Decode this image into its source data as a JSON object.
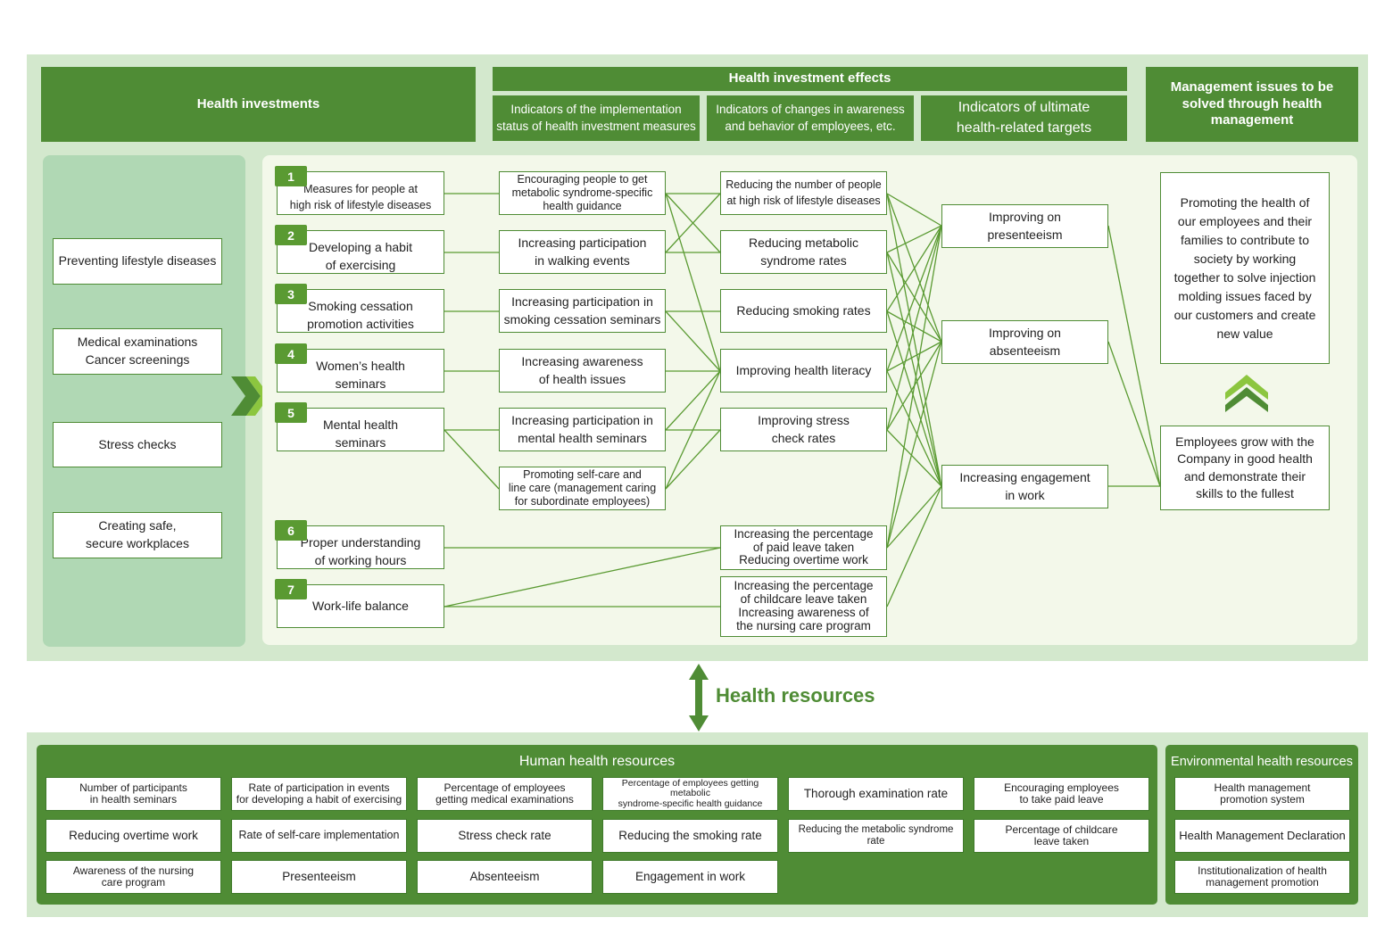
{
  "header": {
    "health_investments": "Health investments",
    "effects": "Health investment effects",
    "impl_indicators": "Indicators of the implementation status of health investment measures",
    "aware_indicators": "Indicators of changes in awareness and behavior of employees, etc.",
    "ultimate_indicators": "Indicators of ultimate health-related targets",
    "management_issues": "Management issues to be solved through health management"
  },
  "investments": [
    "Preventing lifestyle diseases",
    "Medical examinations\nCancer screenings",
    "Stress checks",
    "Creating safe,\nsecure workplaces"
  ],
  "measures": [
    {
      "num": "1",
      "label": "Measures for people at\nhigh risk of lifestyle diseases"
    },
    {
      "num": "2",
      "label": "Developing a habit\nof exercising"
    },
    {
      "num": "3",
      "label": "Smoking cessation\npromotion activities"
    },
    {
      "num": "4",
      "label": "Women’s health\nseminars"
    },
    {
      "num": "5",
      "label": "Mental health\nseminars"
    },
    {
      "num": "6",
      "label": "Proper understanding\nof working hours"
    },
    {
      "num": "7",
      "label": "Work-life balance"
    }
  ],
  "implementation": [
    "Encouraging people to get\nmetabolic syndrome-specific\nhealth guidance",
    "Increasing participation\nin walking events",
    "Increasing participation in\nsmoking cessation seminars",
    "Increasing awareness\nof health issues",
    "Increasing participation in\nmental health seminars",
    "Promoting self-care and\nline care (management caring\nfor subordinate employees)"
  ],
  "awareness": [
    "Reducing the number of people\nat high risk of lifestyle diseases",
    "Reducing metabolic\nsyndrome rates",
    "Reducing smoking rates",
    "Improving health literacy",
    "Improving stress\ncheck rates",
    "Increasing the percentage\nof paid leave taken\nReducing overtime work",
    "Increasing the percentage\nof childcare leave taken\nIncreasing awareness of\nthe nursing care program"
  ],
  "ultimate": [
    "Improving on\npresenteeism",
    "Improving on\nabsenteeism",
    "Increasing engagement\nin work"
  ],
  "management": [
    "Promoting the health of our employees and their families to contribute to society by working together to solve injection molding issues faced by our customers and create new value",
    "Employees grow with the Company in good health and demonstrate their skills to the fullest"
  ],
  "resources": {
    "title": "Health resources",
    "human_title": "Human health resources",
    "human": [
      "Number of participants\nin health seminars",
      "Rate of participation in events\nfor developing a habit of exercising",
      "Percentage of employees\ngetting medical examinations",
      "Percentage of employees getting metabolic\nsyndrome-specific health guidance",
      "Thorough examination rate",
      "Encouraging employees\nto take paid leave",
      "Reducing overtime work",
      "Rate of self-care implementation",
      "Stress check rate",
      "Reducing the smoking rate",
      "Reducing the metabolic syndrome rate",
      "Percentage of childcare\nleave taken",
      "Awareness of the nursing\ncare program",
      "Presenteeism",
      "Absenteeism",
      "Engagement in work"
    ],
    "env_title": "Environmental health resources",
    "environmental": [
      "Health management\npromotion system",
      "Health Management Declaration",
      "Institutionalization of health\nmanagement promotion"
    ]
  },
  "colors": {
    "dark_green": "#4f8c35",
    "light_green": "#d3e8cd",
    "pale": "#f3f8ea",
    "left_col": "#b0d8b4"
  }
}
